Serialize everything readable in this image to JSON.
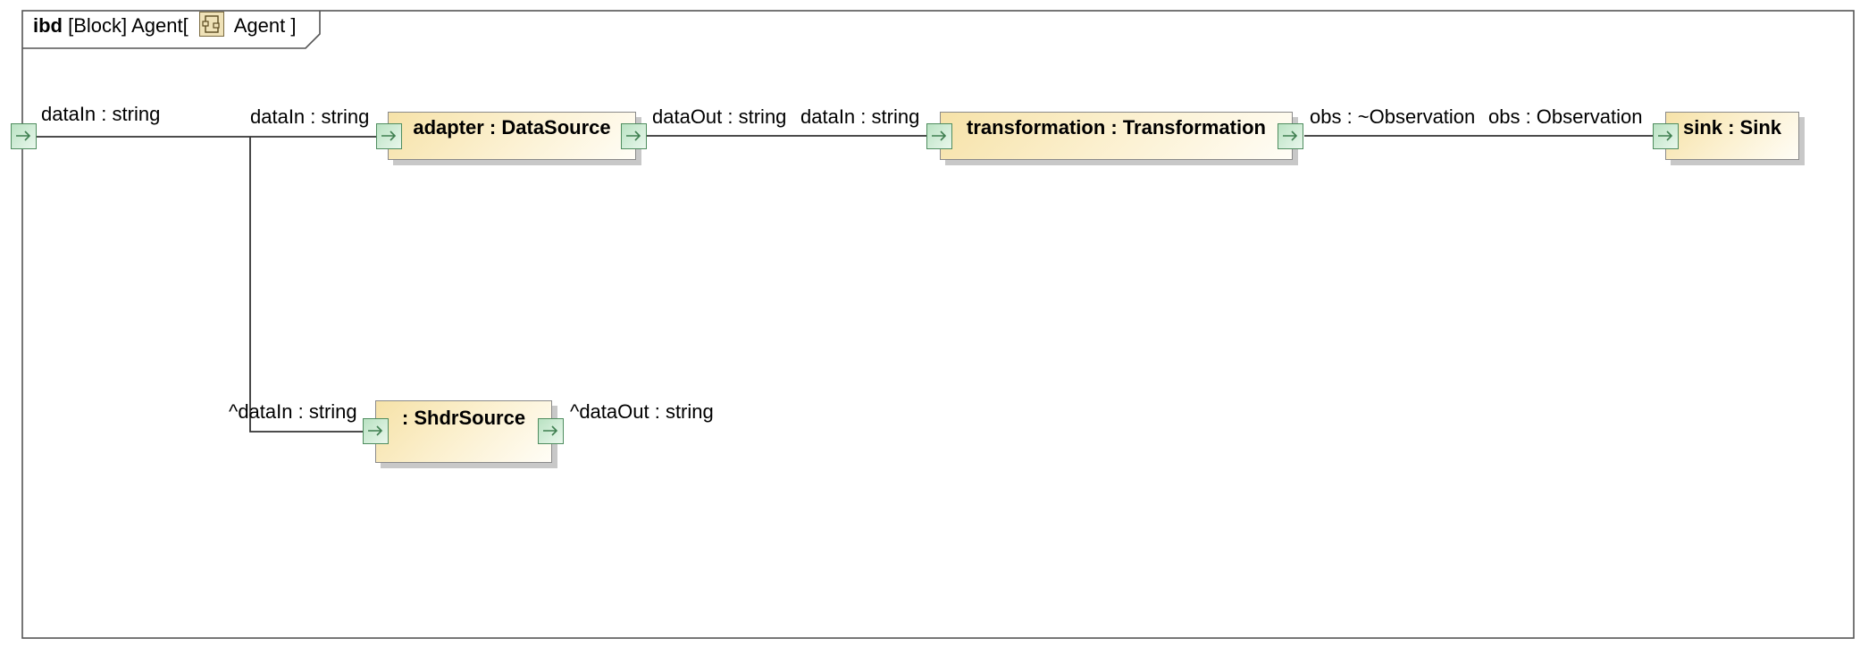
{
  "frame": {
    "keyword": "ibd",
    "element_type": "[Block]",
    "owner": "Agent",
    "bracket_open": "[",
    "diagram_name": "Agent",
    "bracket_close": "]",
    "icon": "block-diagram-icon"
  },
  "parts": {
    "adapter": {
      "name": "adapter : DataSource"
    },
    "transformation": {
      "name": "transformation : Transformation"
    },
    "sink": {
      "name": "sink : Sink"
    },
    "shdr": {
      "name": ": ShdrSource"
    }
  },
  "port_labels": {
    "boundary_data_in": "dataIn : string",
    "adapter_data_in": "dataIn : string",
    "adapter_data_out": "dataOut : string",
    "transformation_data_in": "dataIn : string",
    "transformation_obs": "obs : ~Observation",
    "sink_obs": "obs : Observation",
    "shdr_data_in": "^dataIn : string",
    "shdr_data_out": "^dataOut : string"
  },
  "colors": {
    "part_fill_start": "#f6e2a8",
    "port_stroke": "#4f8d5f",
    "port_fill": "#b9e2c2",
    "connector": "#333333"
  }
}
